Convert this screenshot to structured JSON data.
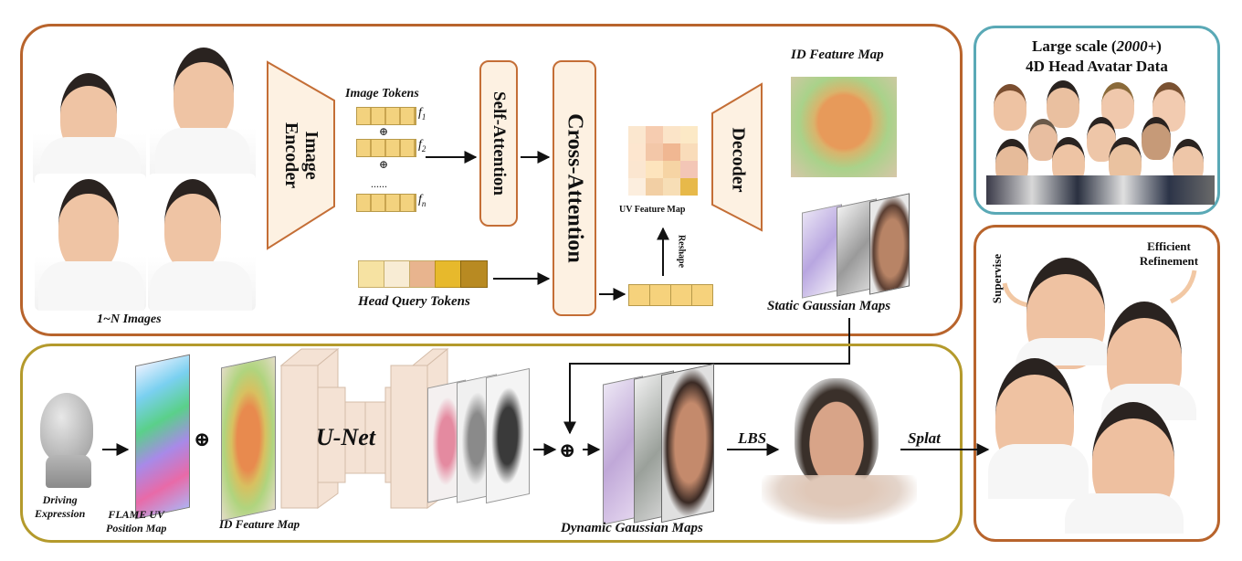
{
  "top": {
    "images_label": "1~N Images",
    "encoder_label_1": "Image",
    "encoder_label_2": "Encoder",
    "image_tokens_label": "Image Tokens",
    "token_f1": "f",
    "token_f1_sub": "1",
    "token_f2": "f",
    "token_f2_sub": "2",
    "token_fn": "f",
    "token_fn_sub": "n",
    "token_ellipsis": "......",
    "self_attention": "Self-Attention",
    "cross_attention": "Cross-Attention",
    "head_query_tokens": "Head Query Tokens",
    "uv_feature_map": "UV Feature Map",
    "reshape": "Reshape",
    "decoder": "Decoder",
    "id_feature_map": "ID Feature Map",
    "static_gaussian_maps": "Static Gaussian Maps"
  },
  "bottom": {
    "driving_expression_1": "Driving",
    "driving_expression_2": "Expression",
    "flame_uv_1": "FLAME UV",
    "flame_uv_2": "Position Map",
    "id_feature_map": "ID Feature Map",
    "unet": "U-Net",
    "dynamic_gaussian_maps": "Dynamic Gaussian Maps",
    "lbs": "LBS",
    "splat": "Splat"
  },
  "data_box": {
    "title_line1_pre": "Large scale (",
    "title_line1_em": "2000+",
    "title_line1_post": ")",
    "title_line2": "4D Head Avatar Data"
  },
  "refine_box": {
    "supervise": "Supervise",
    "efficient_1": "Efficient",
    "efficient_2": "Refinement"
  },
  "colors": {
    "top_border": "#b8642c",
    "bottom_border": "#b49a2c",
    "data_border_a": "#6fc0a8",
    "data_border_b": "#4a7fc6",
    "refine_border": "#b8642c",
    "block_fill": "#fdf1e2",
    "token_fill": "#f6d98a",
    "skin": "#f1c8a8",
    "hair": "#2a2320"
  }
}
